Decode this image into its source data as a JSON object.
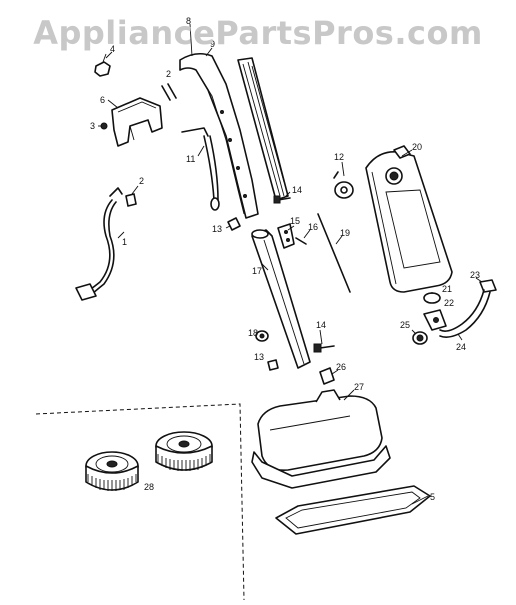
{
  "watermark": "AppliancePartsPros.com",
  "callouts": {
    "p1": "1",
    "p2a": "2",
    "p2b": "2",
    "p3": "3",
    "p4": "4",
    "p5": "5",
    "p6": "6",
    "p8": "8",
    "p9": "9",
    "p11": "11",
    "p12": "12",
    "p13a": "13",
    "p13b": "13",
    "p14a": "14",
    "p14b": "14",
    "p15": "15",
    "p16": "16",
    "p17": "17",
    "p18": "18",
    "p19": "19",
    "p20": "20",
    "p21": "21",
    "p22": "22",
    "p23": "23",
    "p24": "24",
    "p25": "25",
    "p26": "26",
    "p27": "27",
    "p28": "28"
  }
}
